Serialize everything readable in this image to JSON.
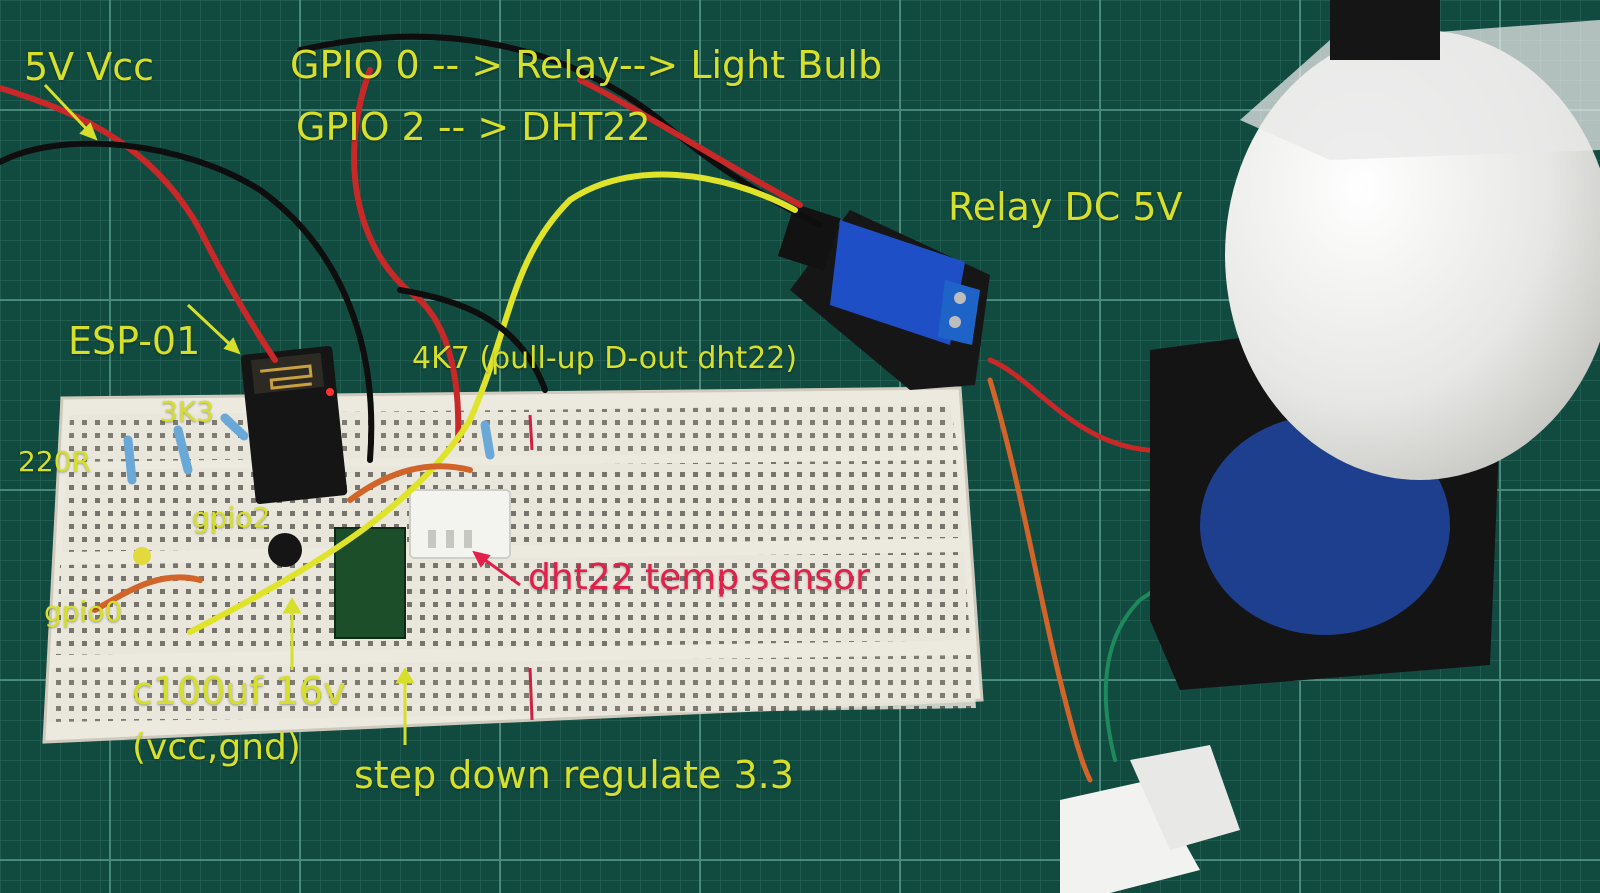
{
  "labels": {
    "vcc": "5V Vcc",
    "gpio0_relay": "GPIO 0 -- > Relay--> Light Bulb",
    "gpio2_dht": "GPIO 2 -- > DHT22",
    "relay": "Relay DC 5V",
    "esp01": "ESP-01",
    "pullup": "4K7 (pull-up D-out dht22)",
    "r3k3": "3K3",
    "r220": "220R",
    "gpio2": "gpio2",
    "gpio0": "gpio0",
    "dht22": "dht22 temp sensor",
    "cap": "c100uf 16v",
    "cap_pins": "(vcc,gnd)",
    "stepdown": "step down regulate 3.3"
  },
  "colors": {
    "label_yellow": "#d6df2a",
    "label_red": "#e2204a",
    "mat_green": "#0f4a3e",
    "wire_red": "#d42a2a",
    "wire_yellow": "#e1e52a",
    "wire_black": "#111111",
    "relay_blue": "#1f4fc7"
  }
}
